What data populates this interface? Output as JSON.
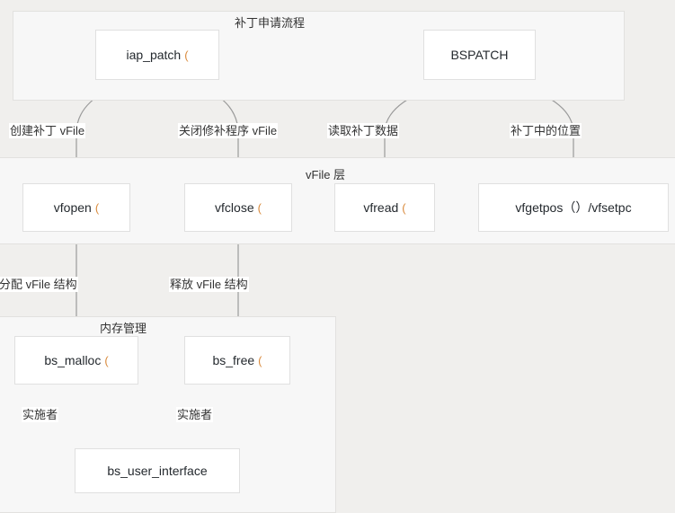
{
  "diagram": {
    "title": "补丁申请流程",
    "lanes": [
      {
        "id": "patch",
        "title": "补丁申请流程"
      },
      {
        "id": "vfile",
        "title": "vFile 层"
      },
      {
        "id": "memory",
        "title": "内存管理"
      }
    ],
    "nodes": [
      {
        "id": "iap_patch",
        "label": "iap_patch",
        "clipped": "("
      },
      {
        "id": "bspatch",
        "label": "BSPATCH",
        "clipped": ""
      },
      {
        "id": "vfopen",
        "label": "vfopen",
        "clipped": "("
      },
      {
        "id": "vfclose",
        "label": "vfclose",
        "clipped": "("
      },
      {
        "id": "vfread",
        "label": "vfread",
        "clipped": "("
      },
      {
        "id": "vfgetpos",
        "label": "vfgetpos（）/vfsetpc",
        "clipped": ""
      },
      {
        "id": "bs_malloc",
        "label": "bs_malloc",
        "clipped": "("
      },
      {
        "id": "bs_free",
        "label": "bs_free",
        "clipped": "("
      },
      {
        "id": "bs_user",
        "label": "bs_user_interface",
        "clipped": ""
      }
    ],
    "edge_labels": {
      "create_patch_vfile": "创建补丁 vFile",
      "close_patch_vfile": "关闭修补程序 vFile",
      "read_patch_data": "读取补丁数据",
      "position_in_patch": "补丁中的位置",
      "alloc_vfile_struct": "分配 vFile 结构",
      "free_vfile_struct": "释放 vFile 结构",
      "implementer_1": "实施者",
      "implementer_2": "实施者"
    },
    "colors": {
      "page_background": "#f0efed",
      "lane_background": "#f7f7f7",
      "lane_border": "#e2e1df",
      "node_background": "#ffffff",
      "node_border": "#e0e0e0",
      "edge_stroke": "#9a9a9a",
      "text": "#24292e",
      "clip_accent": "#d98a3c"
    }
  }
}
